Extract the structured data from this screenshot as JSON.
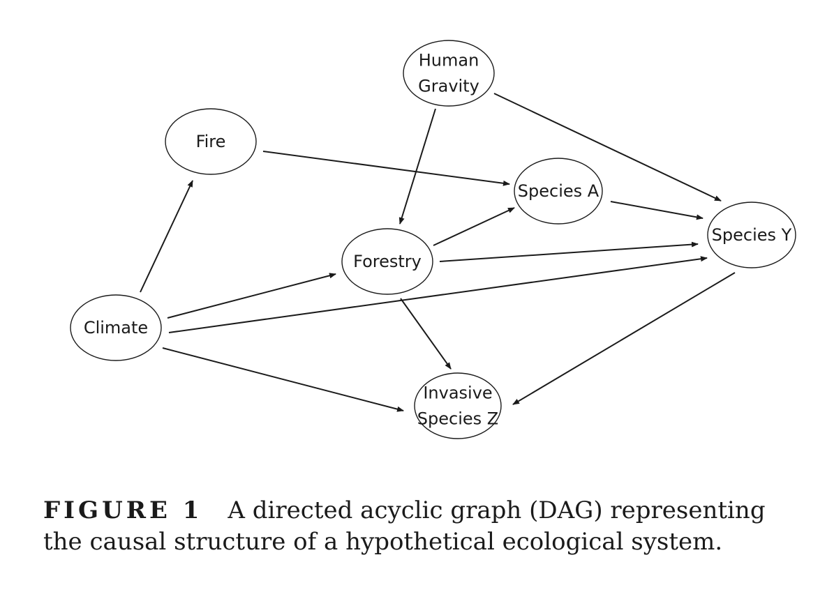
{
  "diagram": {
    "type": "directed-acyclic-graph",
    "nodes": [
      {
        "id": "human_gravity",
        "lines": [
          "Human",
          "Gravity"
        ]
      },
      {
        "id": "fire",
        "lines": [
          "Fire"
        ]
      },
      {
        "id": "species_a",
        "lines": [
          "Species A"
        ]
      },
      {
        "id": "species_y",
        "lines": [
          "Species Y"
        ]
      },
      {
        "id": "forestry",
        "lines": [
          "Forestry"
        ]
      },
      {
        "id": "climate",
        "lines": [
          "Climate"
        ]
      },
      {
        "id": "invasive_species_z",
        "lines": [
          "Invasive",
          "Species Z"
        ]
      }
    ],
    "edges": [
      {
        "from": "climate",
        "to": "fire"
      },
      {
        "from": "fire",
        "to": "species_a"
      },
      {
        "from": "human_gravity",
        "to": "forestry"
      },
      {
        "from": "human_gravity",
        "to": "species_y"
      },
      {
        "from": "species_a",
        "to": "species_y"
      },
      {
        "from": "forestry",
        "to": "species_a"
      },
      {
        "from": "forestry",
        "to": "species_y"
      },
      {
        "from": "climate",
        "to": "forestry"
      },
      {
        "from": "climate",
        "to": "species_y"
      },
      {
        "from": "forestry",
        "to": "invasive_species_z"
      },
      {
        "from": "climate",
        "to": "invasive_species_z"
      },
      {
        "from": "species_y",
        "to": "invasive_species_z"
      }
    ]
  },
  "caption": {
    "label": "FIGURE 1",
    "text": "A directed acyclic graph (DAG) representing the causal structure of a hypothetical ecological system."
  }
}
